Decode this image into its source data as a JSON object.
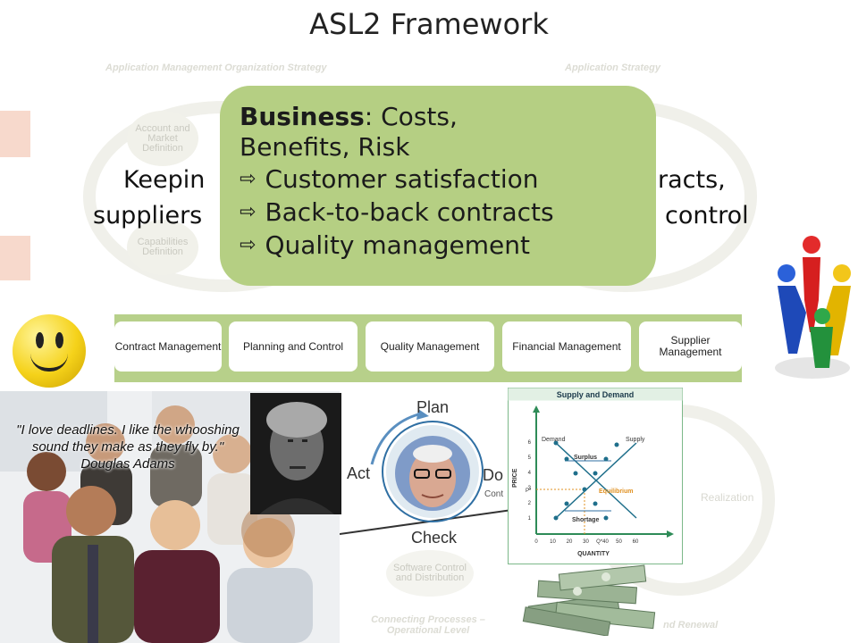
{
  "title": "ASL2 Framework",
  "background": {
    "faint_left_heading": "Application Management Organization Strategy",
    "faint_right_heading": "Application Strategy",
    "circle_account": "Account and Market Definition",
    "circle_capabilities": "Capabilities Definition",
    "line1_left": "Keepin",
    "line1_right": "racts,",
    "line2_left": "suppliers",
    "line2_right": "control",
    "software_control": "Software Control and Distribution",
    "connecting_processes": "Connecting Processes – Operational Level",
    "realization": "Realization",
    "renewal": "nd Renewal"
  },
  "popup": {
    "bold": "Business",
    "rest": ": Costs,",
    "line2": "Benefits, Risk",
    "items": [
      "Customer satisfaction",
      "Back-to-back contracts",
      "Quality management"
    ]
  },
  "processes": [
    "Contract Management",
    "Planning and Control",
    "Quality Management",
    "Financial Management",
    "Supplier Management"
  ],
  "quote": "\"I love deadlines. I like the whooshing sound they make as they fly by.\" Douglas Adams",
  "pdca": {
    "plan": "Plan",
    "do": "Do",
    "act": "Act",
    "check": "Check",
    "cont": "Cont"
  },
  "supply_demand": {
    "title": "Supply and Demand",
    "xlabel": "QUANTITY",
    "ylabel": "PRICE",
    "demand": "Demand",
    "supply": "Supply",
    "surplus": "Surplus",
    "equilibrium": "Equilibrium",
    "shortage": "Shortage",
    "p_label": "P*",
    "x_ticks": [
      "0",
      "10",
      "20",
      "30",
      "Q*40",
      "50",
      "60"
    ],
    "y_ticks": [
      "1",
      "2",
      "3",
      "4",
      "5",
      "6"
    ]
  },
  "colors": {
    "popup": "#b5cf83",
    "process_bar": "#b7d08a",
    "faint": "#dcdcd4"
  }
}
